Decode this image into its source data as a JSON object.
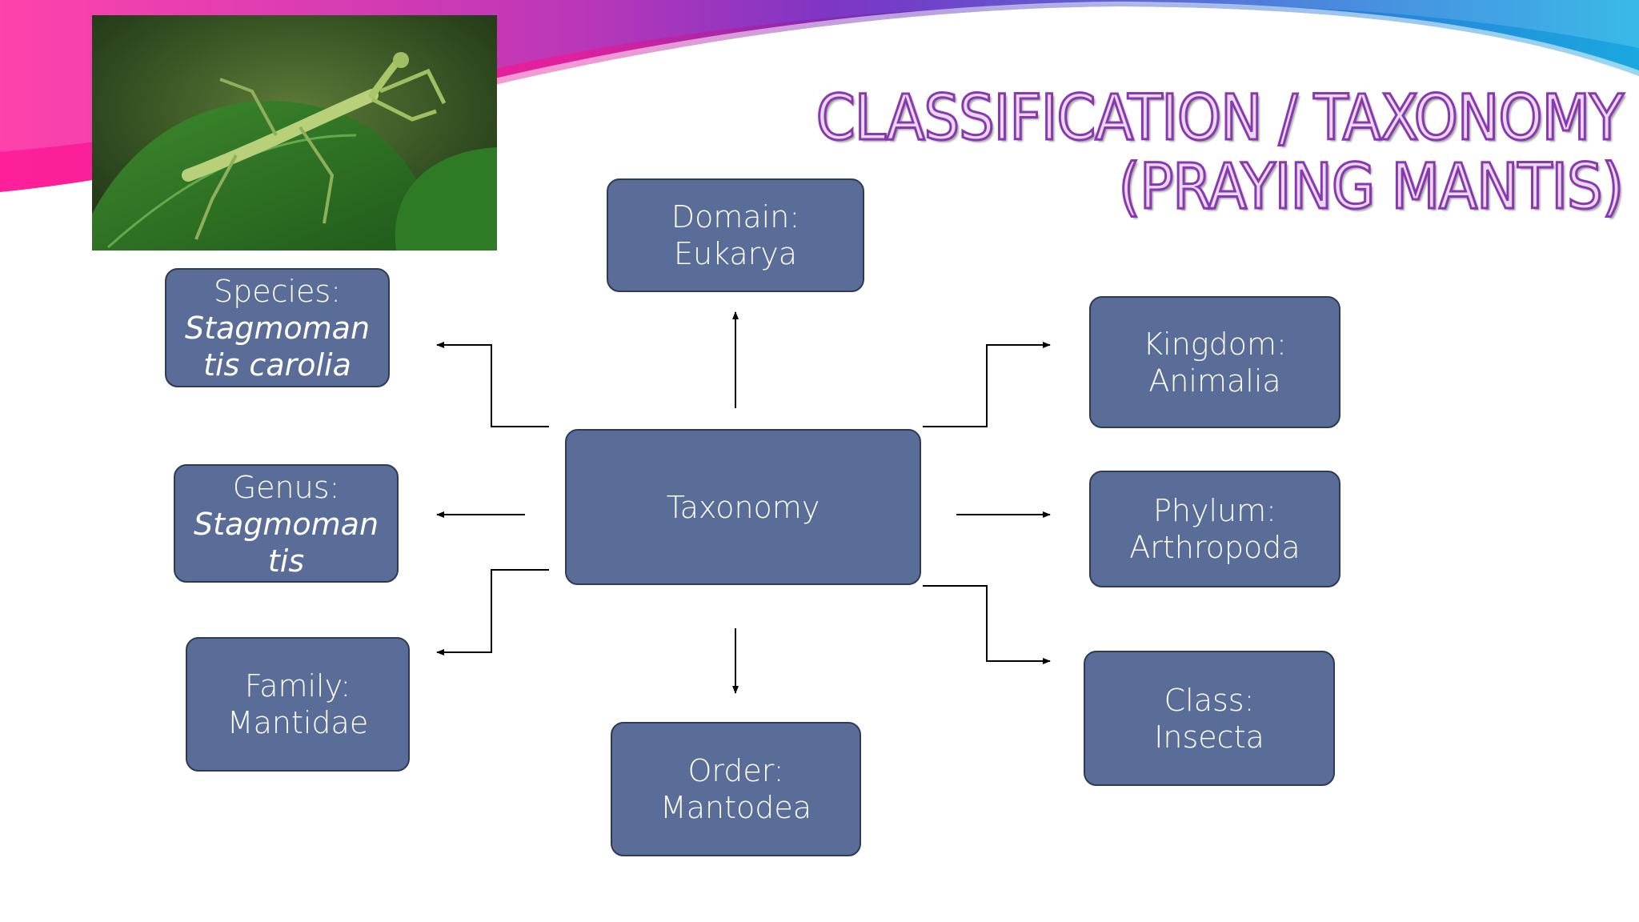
{
  "title": {
    "line1": "CLASSIFICATION / TAXONOMY",
    "line2": "(PRAYING MANTIS)"
  },
  "photo": {
    "icon": "praying-mantis-on-leaf-image"
  },
  "colors": {
    "box_fill": "#5a6d98",
    "box_border": "#2f3a55",
    "title_stroke": "#8a38b0",
    "banner_left": "#ff1f9a",
    "banner_right": "#1aa8e0"
  },
  "diagram": {
    "center": {
      "label": "Taxonomy"
    },
    "domain": {
      "label": "Domain:",
      "value": "Eukarya"
    },
    "kingdom": {
      "label": "Kingdom:",
      "value": "Animalia"
    },
    "phylum": {
      "label": "Phylum:",
      "value": "Arthropoda"
    },
    "class": {
      "label": "Class:",
      "value": "Insecta"
    },
    "order": {
      "label": "Order:",
      "value": "Mantodea"
    },
    "family": {
      "label": "Family:",
      "value": "Mantidae"
    },
    "genus": {
      "label": "Genus:",
      "value": "Stagmomantis"
    },
    "species": {
      "label": "Species:",
      "value": "Stagmomantis carolia"
    }
  }
}
